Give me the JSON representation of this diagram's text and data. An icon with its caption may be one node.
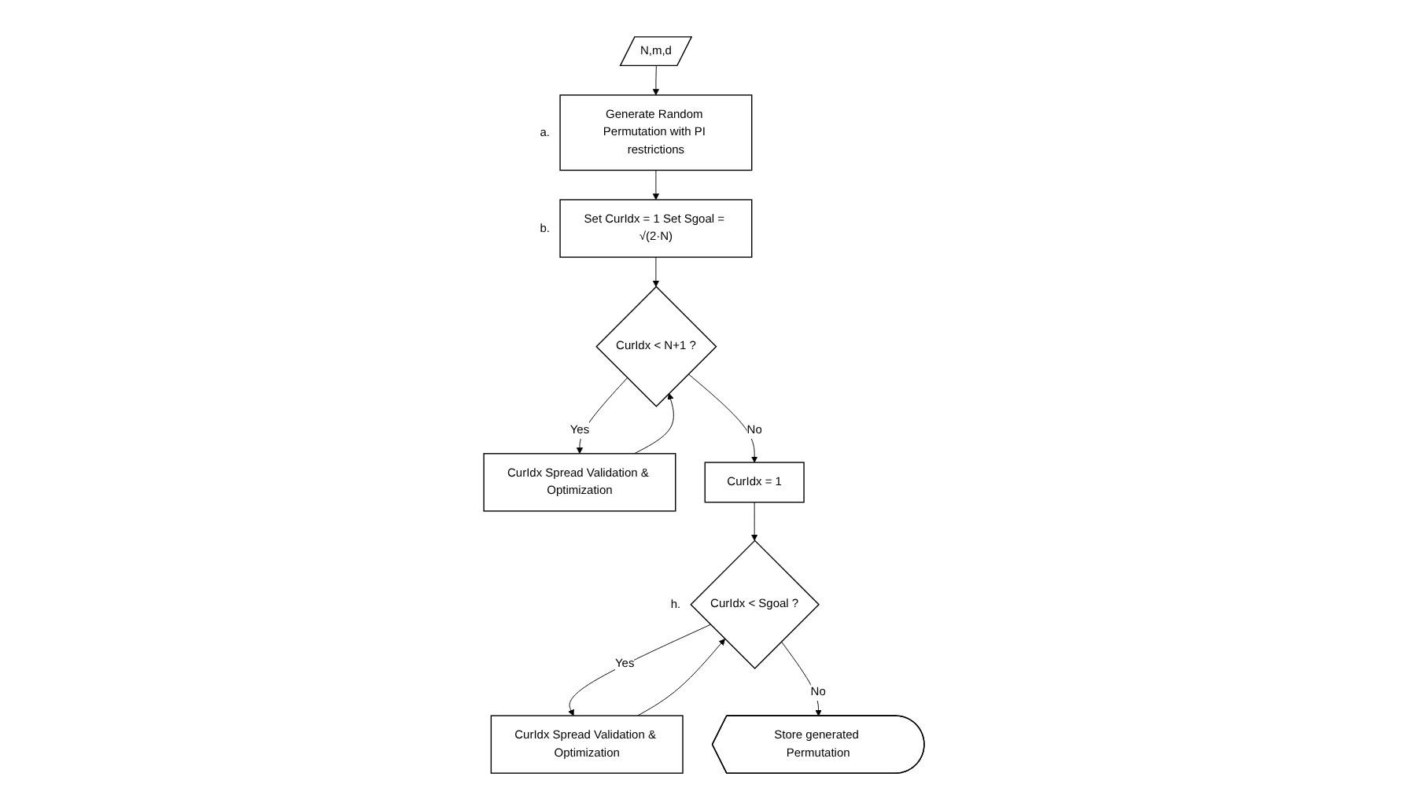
{
  "diagram": {
    "nodes": [
      {
        "text": [
          "N,m,d"
        ]
      },
      {
        "text": [
          "Generate Random Permutation with PI restrictions"
        ],
        "beside": [
          "a."
        ]
      },
      {
        "text": [
          "Set CurIdx = 1 Set Sgoal = √(2·N)"
        ],
        "beside": [
          "b."
        ]
      },
      {
        "text": [
          "CurIdx < N+1 ?"
        ]
      },
      {
        "text": [
          "CurIdx Spread Validation & Optimization"
        ]
      },
      {
        "text": [
          "CurIdx = 1"
        ]
      },
      {
        "text": [
          "CurIdx < Sgoal ?"
        ],
        "beside": [
          "h."
        ]
      },
      {
        "text": [
          "CurIdx Spread Validation & Optimization"
        ]
      },
      {
        "text": [
          "Store generated Permutation"
        ]
      }
    ],
    "edges": [
      {
        "from": 0,
        "to": 1,
        "arrow": "to"
      },
      {
        "from": 1,
        "to": 2,
        "arrow": "to"
      },
      {
        "from": 2,
        "to": 3,
        "arrow": "to"
      },
      {
        "from": 3,
        "to": 4,
        "arrow": "to",
        "label": "Yes"
      },
      {
        "from": 4,
        "to": 3,
        "arrow": "to"
      },
      {
        "from": 3,
        "to": 5,
        "arrow": "to",
        "label": "No"
      },
      {
        "from": 5,
        "to": 6,
        "arrow": "to"
      },
      {
        "from": 6,
        "to": 7,
        "arrow": "to",
        "label": "Yes"
      },
      {
        "from": 7,
        "to": 6,
        "arrow": "to"
      },
      {
        "from": 6,
        "to": 8,
        "arrow": "to",
        "label": "No"
      }
    ]
  }
}
